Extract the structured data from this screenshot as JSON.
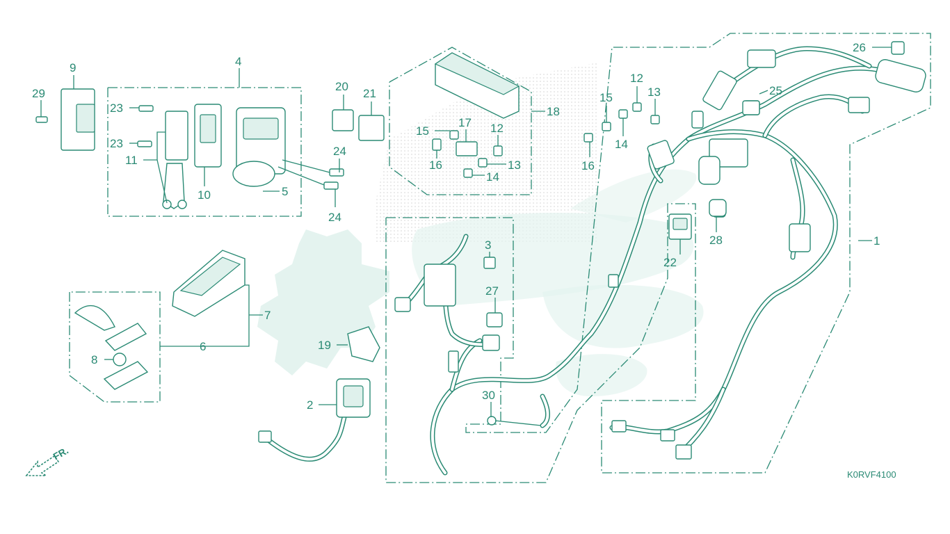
{
  "diagram_code": "K0RVF4100",
  "direction_label": "FR.",
  "parts": [
    {
      "id": "p1",
      "label": "1"
    },
    {
      "id": "p2",
      "label": "2"
    },
    {
      "id": "p3",
      "label": "3"
    },
    {
      "id": "p4",
      "label": "4"
    },
    {
      "id": "p5",
      "label": "5"
    },
    {
      "id": "p6",
      "label": "6"
    },
    {
      "id": "p7",
      "label": "7"
    },
    {
      "id": "p8",
      "label": "8"
    },
    {
      "id": "p9",
      "label": "9"
    },
    {
      "id": "p10",
      "label": "10"
    },
    {
      "id": "p11",
      "label": "11"
    },
    {
      "id": "p12a",
      "label": "12"
    },
    {
      "id": "p12b",
      "label": "12"
    },
    {
      "id": "p13a",
      "label": "13"
    },
    {
      "id": "p13b",
      "label": "13"
    },
    {
      "id": "p14a",
      "label": "14"
    },
    {
      "id": "p14b",
      "label": "14"
    },
    {
      "id": "p15a",
      "label": "15"
    },
    {
      "id": "p15b",
      "label": "15"
    },
    {
      "id": "p16a",
      "label": "16"
    },
    {
      "id": "p16b",
      "label": "16"
    },
    {
      "id": "p17",
      "label": "17"
    },
    {
      "id": "p18",
      "label": "18"
    },
    {
      "id": "p19",
      "label": "19"
    },
    {
      "id": "p20",
      "label": "20"
    },
    {
      "id": "p21",
      "label": "21"
    },
    {
      "id": "p22",
      "label": "22"
    },
    {
      "id": "p23a",
      "label": "23"
    },
    {
      "id": "p23b",
      "label": "23"
    },
    {
      "id": "p24a",
      "label": "24"
    },
    {
      "id": "p24b",
      "label": "24"
    },
    {
      "id": "p25",
      "label": "25"
    },
    {
      "id": "p26",
      "label": "26"
    },
    {
      "id": "p27",
      "label": "27"
    },
    {
      "id": "p28",
      "label": "28"
    },
    {
      "id": "p29",
      "label": "29"
    },
    {
      "id": "p30",
      "label": "30"
    }
  ],
  "colors": {
    "line": "#2a8a74",
    "watermark": "#e4f3ef",
    "background": "#ffffff"
  }
}
